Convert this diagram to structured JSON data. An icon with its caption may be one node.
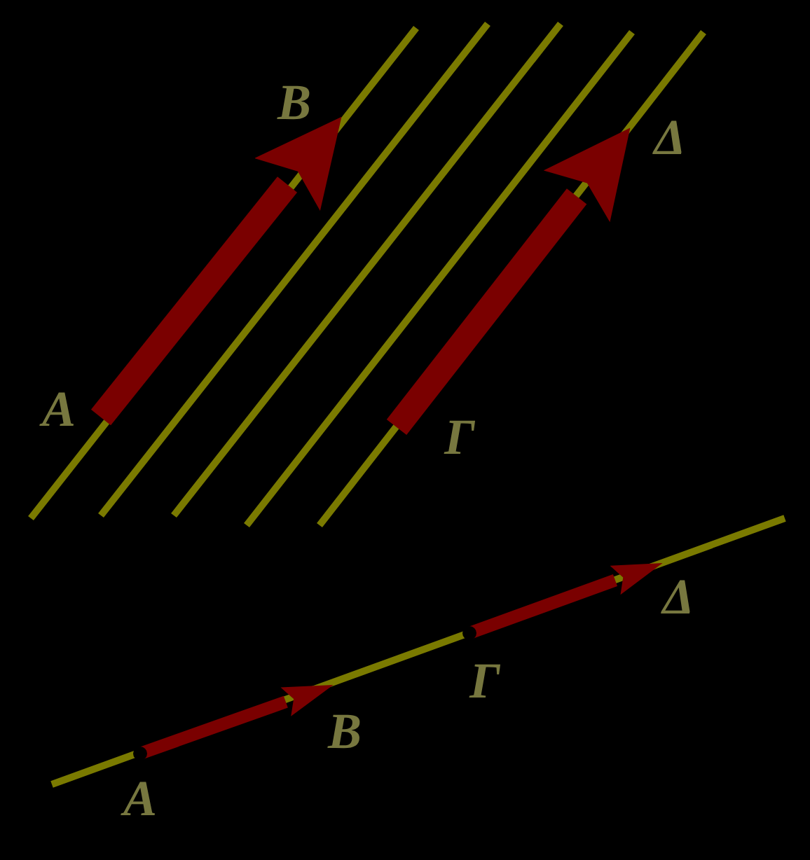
{
  "diagram": {
    "nodes": [
      {
        "text": [
          "A"
        ]
      },
      {
        "text": [
          "B"
        ]
      },
      {
        "text": [
          "Γ"
        ]
      },
      {
        "text": [
          "Δ"
        ]
      },
      {
        "text": [
          "A"
        ]
      },
      {
        "text": [
          "B"
        ]
      },
      {
        "text": [
          "Γ"
        ]
      },
      {
        "text": [
          "Δ"
        ]
      }
    ],
    "edges": [
      {
        "from": 0,
        "to": 1,
        "arrow": "to",
        "style": "thick"
      },
      {
        "from": 2,
        "to": 3,
        "arrow": "to",
        "style": "thick"
      },
      {
        "from": 4,
        "to": 5,
        "arrow": "to"
      },
      {
        "from": 6,
        "to": 7,
        "arrow": "to"
      }
    ]
  }
}
